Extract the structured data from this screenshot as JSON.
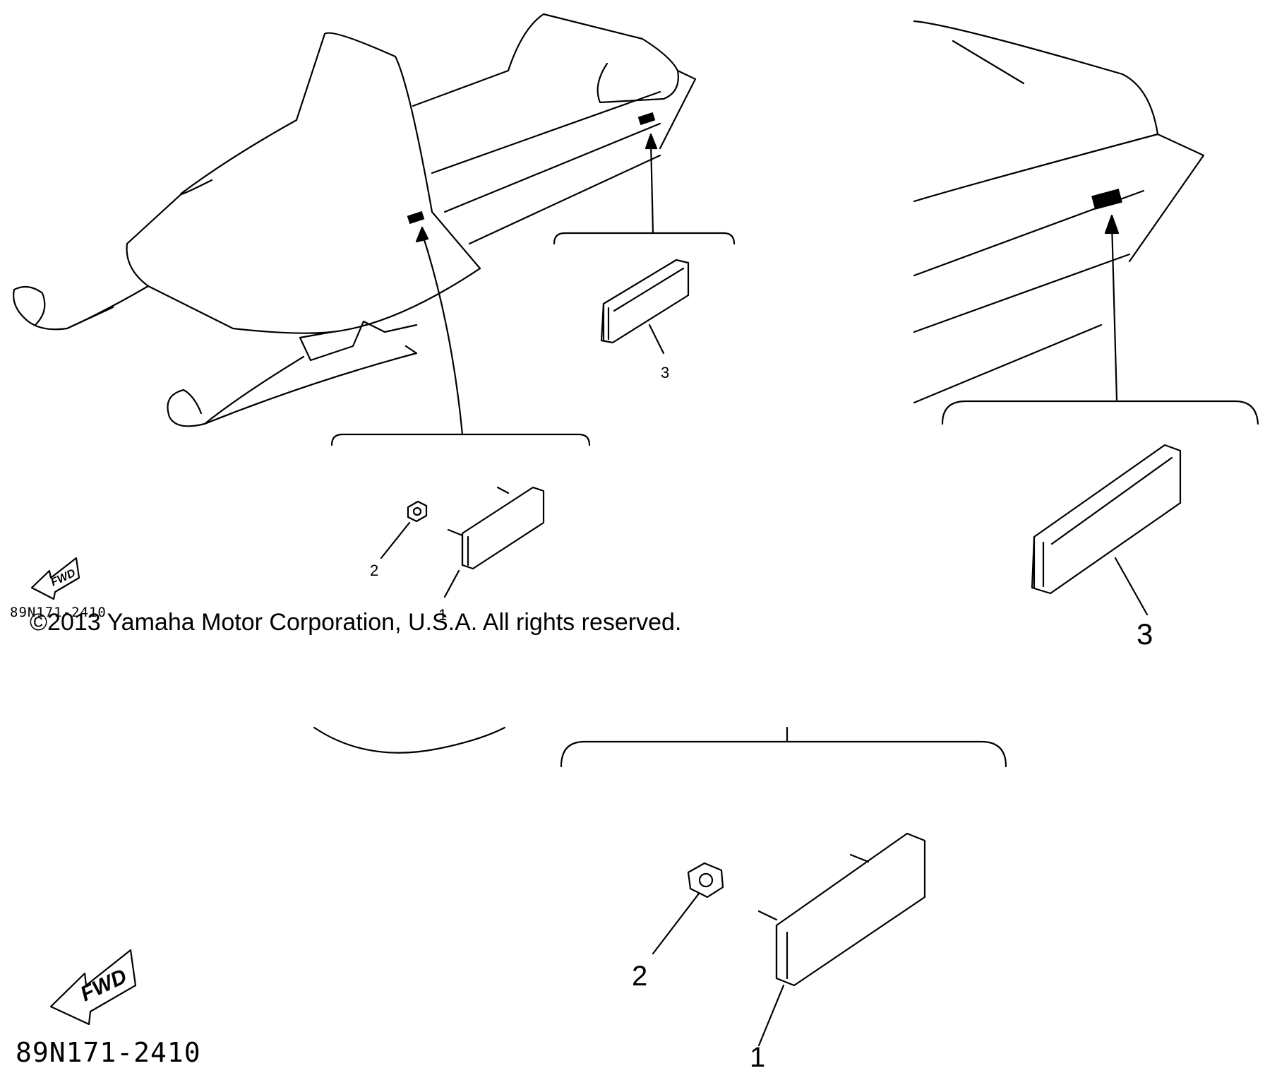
{
  "copyright": "©2013 Yamaha Motor Corporation, U.S.A. All rights reserved.",
  "diagram_code_small": "89N171-2410",
  "diagram_code_large": "89N171-2410",
  "fwd_label": "FWD",
  "callouts": {
    "overview": {
      "reflector_front": "1",
      "nut": "2",
      "reflector_rear": "3"
    },
    "rear_detail": {
      "reflector_rear": "3"
    },
    "front_detail": {
      "nut": "2",
      "reflector_front": "1"
    }
  }
}
